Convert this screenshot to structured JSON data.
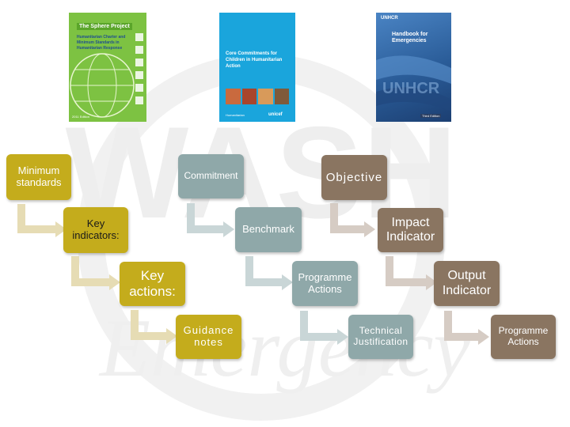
{
  "background": {
    "watermark_word_1": "WASH",
    "watermark_word_2": "Emergency"
  },
  "colors": {
    "standards_column": "#c4ac1c",
    "commitment_column": "#8fa8a9",
    "objective_column": "#8a7561",
    "arrow_olive": "#e6dcb4",
    "arrow_teal": "#c9d6d7",
    "arrow_brown": "#d6ccc4"
  },
  "books": {
    "sphere": {
      "title": "The Sphere Project",
      "subtitle": "Humanitarian Charter and Minimum Standards in Humanitarian Response",
      "footer": "2011 Edition"
    },
    "unicef": {
      "title": "Core Commitments for Children in Humanitarian Action",
      "footer_left": "Humanitarian",
      "footer_right": "unicef"
    },
    "unhcr": {
      "brand": "UNHCR",
      "title": "Handbook for Emergencies",
      "footer": "Third Edition"
    }
  },
  "columns": {
    "sphere": {
      "level_1": "Minimum\nstandards",
      "level_2": "Key\nindicators:",
      "level_3": "Key\nactions:",
      "level_4": "Guidance\nnotes"
    },
    "unicef": {
      "level_1": "Commitment",
      "level_2": "Benchmark",
      "level_3": "Programme\nActions",
      "level_4": "Technical\nJustification"
    },
    "unhcr": {
      "level_1": "Objective",
      "level_2": "Impact\nIndicator",
      "level_3": "Output\nIndicator",
      "level_4": "Programme\nActions"
    }
  }
}
